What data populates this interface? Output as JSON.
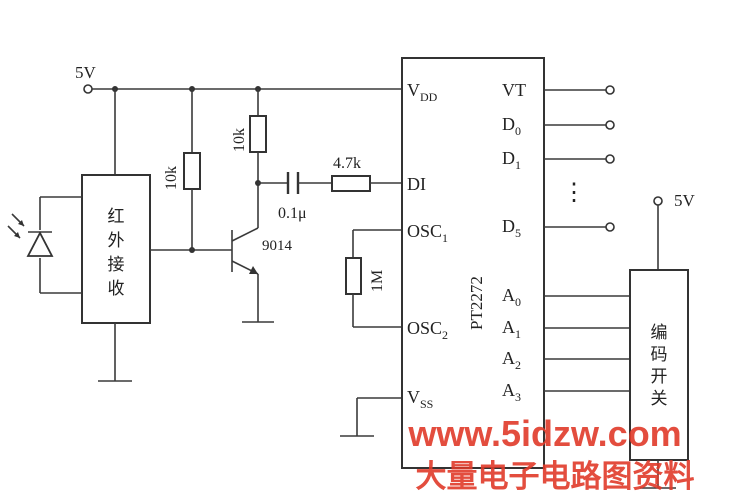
{
  "power": {
    "left_label": "5V",
    "right_label": "5V"
  },
  "resistors": {
    "r1": "10k",
    "r2": "10k",
    "r3": "4.7k",
    "r4": "1M"
  },
  "capacitor": "0.1μ",
  "transistor": "9014",
  "receiver": {
    "lines": [
      "红",
      "外",
      "接",
      "收"
    ]
  },
  "chip": {
    "name": "PT2272",
    "pins_left": [
      {
        "base": "V",
        "sub": "DD"
      },
      {
        "base": "DI",
        "sub": ""
      },
      {
        "base": "OSC",
        "sub": "1"
      },
      {
        "base": "OSC",
        "sub": "2"
      },
      {
        "base": "V",
        "sub": "SS"
      }
    ],
    "pins_right": [
      {
        "base": "VT",
        "sub": ""
      },
      {
        "base": "D",
        "sub": "0"
      },
      {
        "base": "D",
        "sub": "1"
      },
      {
        "base": "D",
        "sub": "5"
      },
      {
        "base": "A",
        "sub": "0"
      },
      {
        "base": "A",
        "sub": "1"
      },
      {
        "base": "A",
        "sub": "2"
      },
      {
        "base": "A",
        "sub": "3"
      }
    ],
    "ellipsis": "⋮"
  },
  "encoder": {
    "lines": [
      "编",
      "码",
      "开",
      "关"
    ]
  },
  "watermark": {
    "url": "www.5idzw.com",
    "caption": "大量电子电路图资料"
  }
}
